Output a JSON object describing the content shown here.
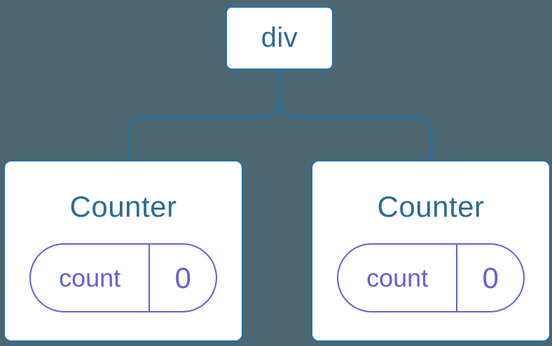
{
  "diagram": {
    "description": "component-tree",
    "background_color": "#4d6771",
    "node_border_color": "#2d6d9c",
    "node_background_color": "#ffffff",
    "node_label_color": "#2b6b96",
    "connector_color": "#2d6d9c",
    "state_accent_color": "#6161d8",
    "root_node": {
      "label": "div"
    },
    "children": [
      {
        "title": "Counter",
        "state": {
          "key": "count",
          "value": "0"
        }
      },
      {
        "title": "Counter",
        "state": {
          "key": "count",
          "value": "0"
        }
      }
    ]
  }
}
